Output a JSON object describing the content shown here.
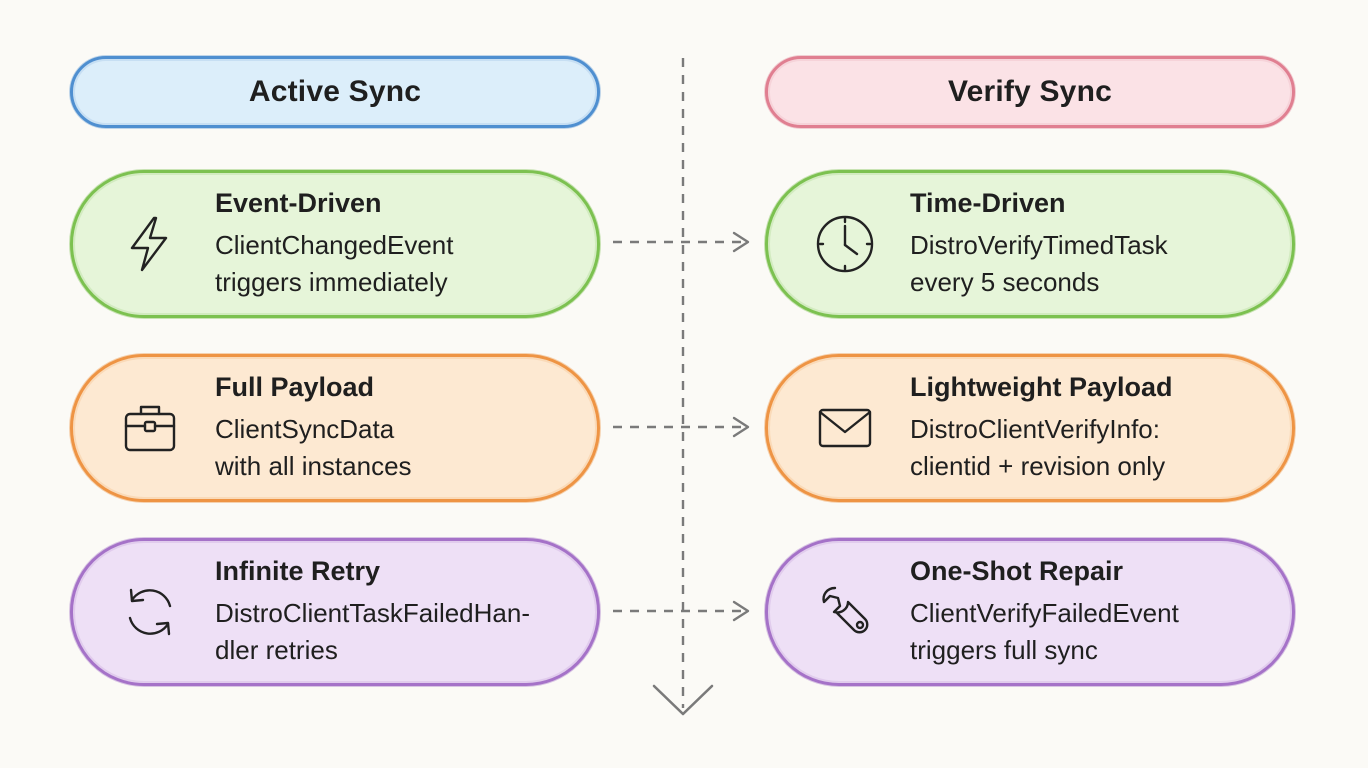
{
  "headers": {
    "left": "Active Sync",
    "right": "Verify Sync"
  },
  "rows": [
    {
      "left": {
        "icon": "lightning-icon",
        "title": "Event-Driven",
        "line1": "ClientChangedEvent",
        "line2": "triggers immediately"
      },
      "right": {
        "icon": "clock-icon",
        "title": "Time-Driven",
        "line1": "DistroVerifyTimedTask",
        "line2": "every 5 seconds"
      },
      "color": "green"
    },
    {
      "left": {
        "icon": "briefcase-icon",
        "title": "Full Payload",
        "line1": "ClientSyncData",
        "line2": "with all instances"
      },
      "right": {
        "icon": "envelope-icon",
        "title": "Lightweight Payload",
        "line1": "DistroClientVerifyInfo:",
        "line2": "clientid + revision only"
      },
      "color": "orange"
    },
    {
      "left": {
        "icon": "refresh-icon",
        "title": "Infinite Retry",
        "line1": "DistroClientTaskFailedHan-",
        "line2": "dler retries"
      },
      "right": {
        "icon": "wrench-icon",
        "title": "One-Shot Repair",
        "line1": "ClientVerifyFailedEvent",
        "line2": "triggers full sync"
      },
      "color": "purple"
    }
  ],
  "colors": {
    "blue": "#4f8fd0",
    "pink": "#e07f91",
    "green": "#7cc150",
    "orange": "#ee9444",
    "purple": "#a572c8",
    "connector": "#777777"
  }
}
